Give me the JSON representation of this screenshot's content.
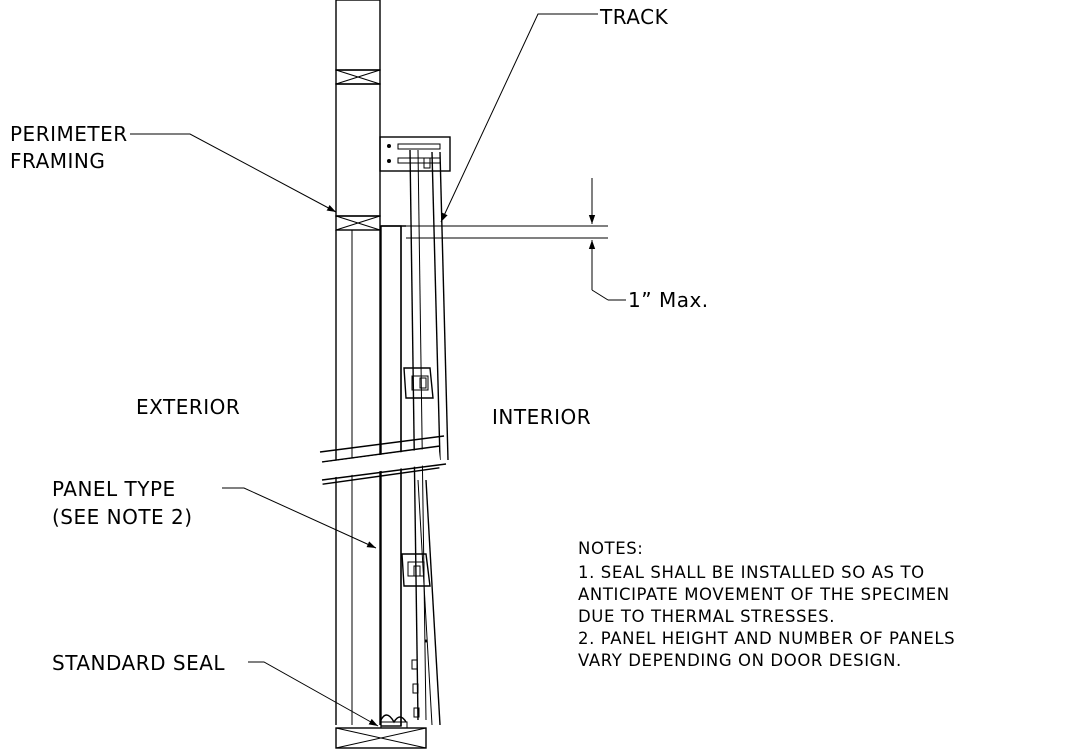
{
  "labels": {
    "track": "TRACK",
    "perimeter_1": "PERIMETER",
    "perimeter_2": "FRAMING",
    "dimension": "1” Max.",
    "exterior": "EXTERIOR",
    "interior": "INTERIOR",
    "panel_type_1": "PANEL TYPE",
    "panel_type_2": "(SEE NOTE 2)",
    "standard_seal": "STANDARD SEAL"
  },
  "notes": {
    "heading": "NOTES:",
    "lines": [
      "1. SEAL SHALL BE INSTALLED SO AS TO",
      "ANTICIPATE MOVEMENT OF THE SPECIMEN",
      "DUE TO THERMAL STRESSES.",
      "2. PANEL HEIGHT AND NUMBER OF PANELS",
      "VARY DEPENDING ON DOOR DESIGN."
    ]
  },
  "colors": {
    "line": "#000000",
    "background": "#ffffff"
  }
}
